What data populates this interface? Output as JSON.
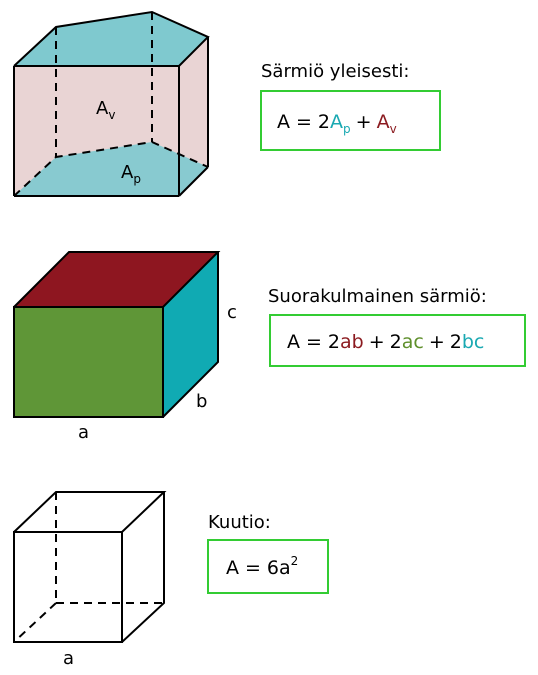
{
  "colors": {
    "cyan": "#1aa9b2",
    "maroon": "#8b1a1f",
    "green_text": "#5e8f2b",
    "pink_face": "#e9d4d4",
    "teal_face": "#7fc9cf",
    "green_face": "#5f9637",
    "maroon_face": "#8e1620",
    "cyan_face": "#10aab3",
    "box_border": "#33cc33"
  },
  "prism": {
    "heading": "Särmiö yleisesti:",
    "face_label_v": "A",
    "face_label_v_sub": "v",
    "face_label_p": "A",
    "face_label_p_sub": "p",
    "formula": {
      "lhs": "A",
      "eq": "=",
      "coef": "2",
      "t1": "A",
      "t1_sub": "p",
      "plus": "+",
      "t2": "A",
      "t2_sub": "v"
    }
  },
  "cuboid": {
    "heading": "Suorakulmainen särmiö:",
    "label_a": "a",
    "label_b": "b",
    "label_c": "c",
    "formula": {
      "lhs": "A",
      "eq": "=",
      "c1": "2",
      "t1": "ab",
      "plus1": "+",
      "c2": "2",
      "t2": "ac",
      "plus2": "+",
      "c3": "2",
      "t3": "bc"
    }
  },
  "cube": {
    "heading": "Kuutio:",
    "label_a": "a",
    "formula": {
      "lhs": "A",
      "eq": "=",
      "coef": "6",
      "t1": "a",
      "exp": "2"
    }
  }
}
